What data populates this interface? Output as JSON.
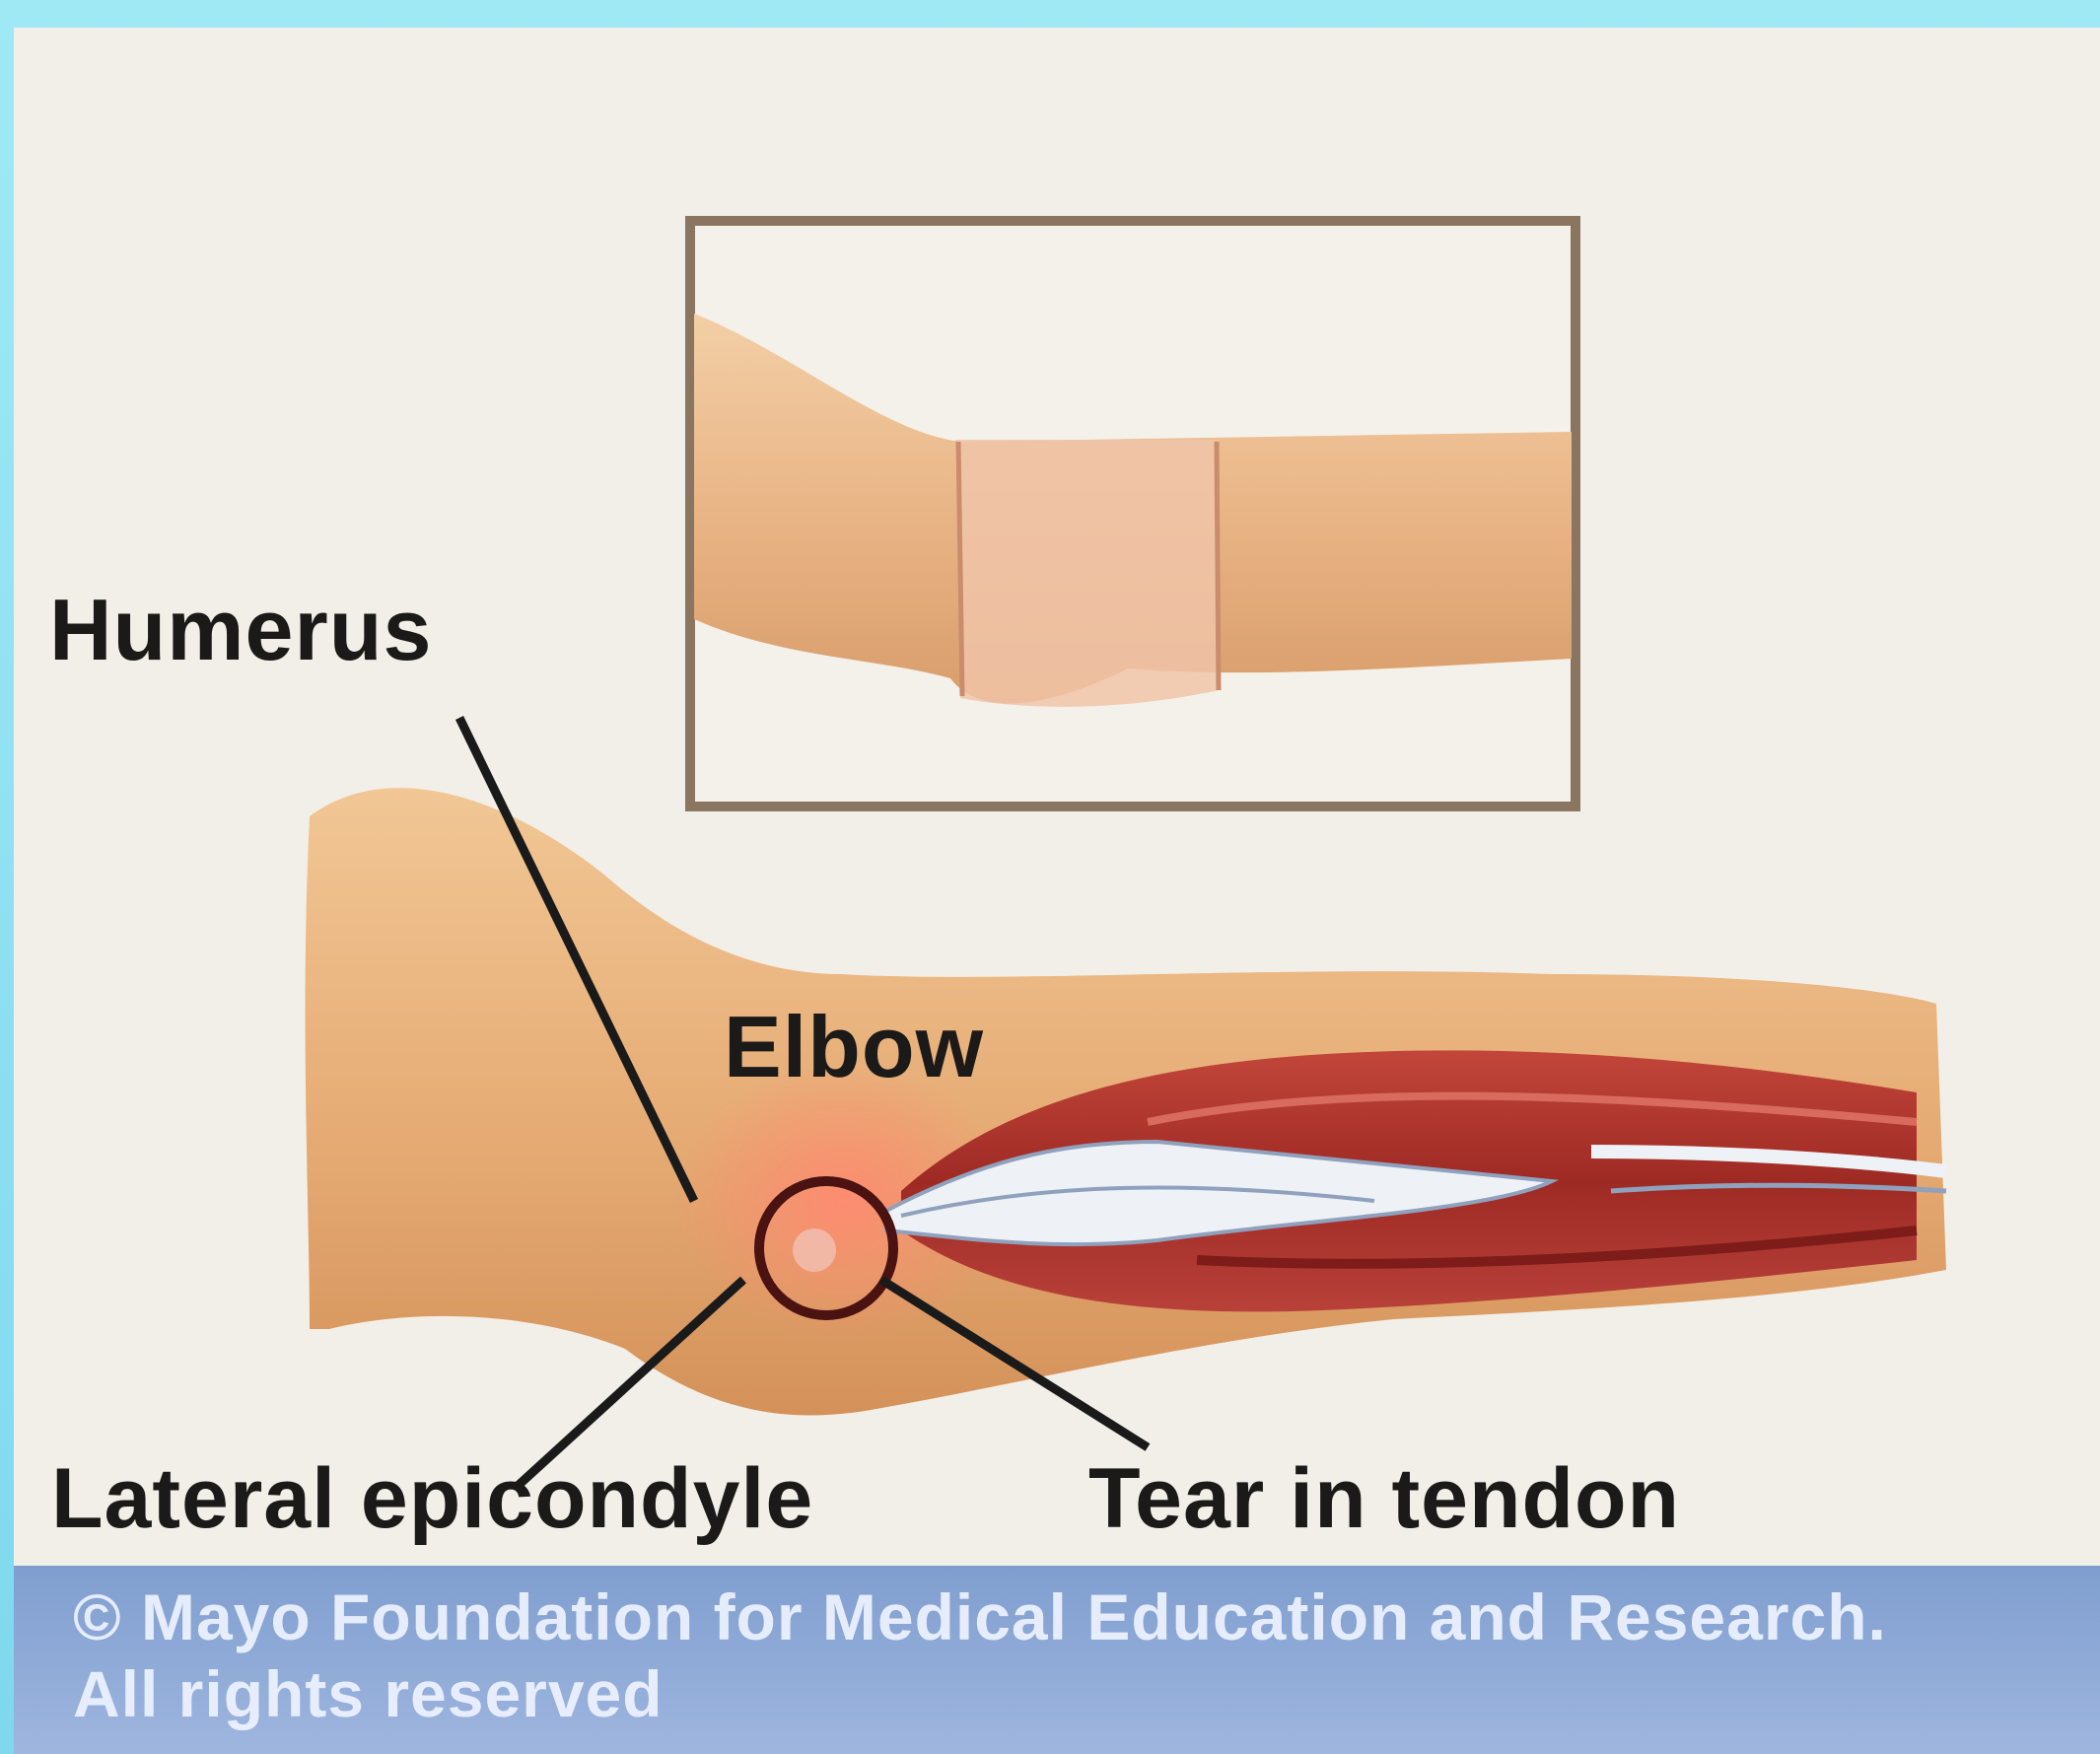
{
  "labels": {
    "humerus": "Humerus",
    "elbow": "Elbow",
    "lateral_epicondyle": "Lateral epicondyle",
    "tear_in_tendon": "Tear in tendon"
  },
  "credit": {
    "line1": "© Mayo Foundation for Medical Education and Research.",
    "line2": "All rights reserved"
  },
  "colors": {
    "outer_background": "#9fe9f5",
    "panel_background": "#f2efe8",
    "skin": "#e8b07c",
    "muscle": "#a8302a",
    "tendon": "#eef2f6",
    "inset_border": "#8a7560",
    "credit_bar": "#8fa9d8"
  }
}
